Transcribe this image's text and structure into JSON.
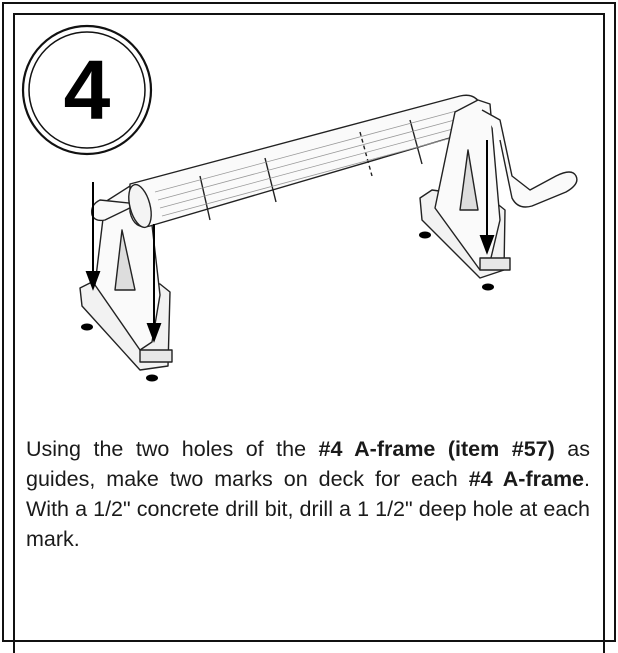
{
  "step": {
    "number": "4"
  },
  "instructions": {
    "part1": "Using the two holes of the ",
    "bold1": "#4 A-frame (item #57)",
    "part2": " as guides, make two marks on deck for each ",
    "bold2": "#4 A-frame",
    "part3": ". With a 1/2\" concrete drill bit, drill a 1 1/2\" deep hole at each mark."
  }
}
